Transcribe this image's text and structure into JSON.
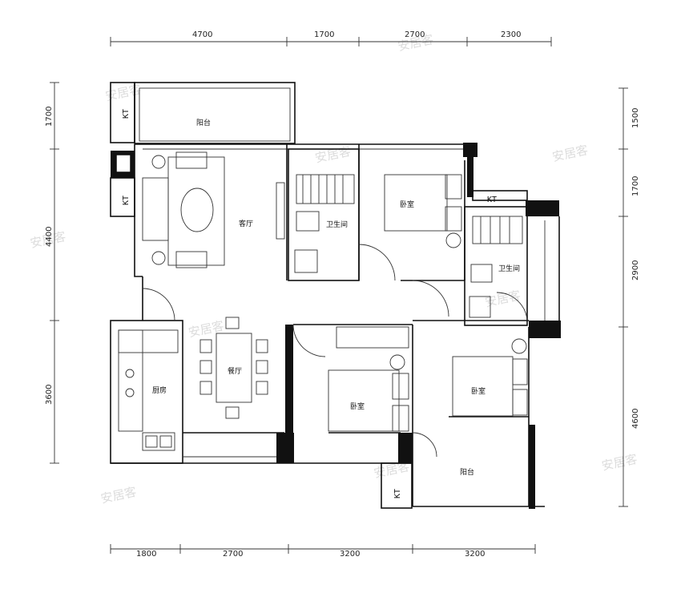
{
  "dimensions": {
    "top": [
      "4700",
      "1700",
      "2700",
      "2300"
    ],
    "bottom": [
      "1800",
      "2700",
      "3200",
      "3200"
    ],
    "left": [
      "1700",
      "4400",
      "3600"
    ],
    "right": [
      "1500",
      "1700",
      "2900",
      "4600"
    ]
  },
  "rooms": {
    "balcony_north": "阳台",
    "living_room": "客厅",
    "bathroom_1": "卫生间",
    "bedroom_1": "卧室",
    "bathroom_2": "卫生间",
    "dining_room": "餐厅",
    "kitchen": "厨房",
    "bedroom_2": "卧室",
    "bedroom_3": "卧室",
    "balcony_south": "阳台"
  },
  "ac_labels": {
    "kt_1": "KT",
    "kt_2": "KT",
    "kt_3": "KT",
    "kt_4": "KT"
  },
  "watermark": "安居客"
}
